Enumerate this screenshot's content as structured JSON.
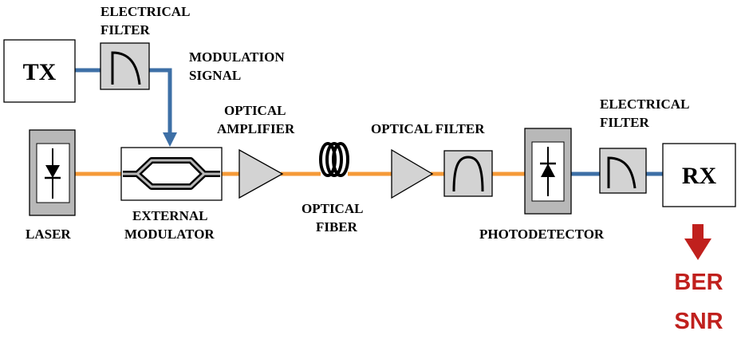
{
  "colors": {
    "optical_path": "#f59a38",
    "electrical_path": "#3d6fa6",
    "component_fill": "#d3d3d3",
    "frame_fill": "#b8b8b8",
    "output_arrow": "#c0201d",
    "metric_text": "#c0201d"
  },
  "blocks": {
    "tx": "TX",
    "rx": "RX"
  },
  "labels": {
    "electrical_filter_tx": [
      "ELECTRICAL",
      "FILTER"
    ],
    "modulation_signal": [
      "MODULATION",
      "SIGNAL"
    ],
    "optical_amplifier": [
      "OPTICAL",
      "AMPLIFIER"
    ],
    "optical_filter": "OPTICAL FILTER",
    "electrical_filter_rx": [
      "ELECTRICAL",
      "FILTER"
    ],
    "laser": "LASER",
    "external_modulator": [
      "EXTERNAL",
      "MODULATOR"
    ],
    "optical_fiber": [
      "OPTICAL",
      "FIBER"
    ],
    "photodetector": "PHOTODETECTOR"
  },
  "metrics": [
    "BER",
    "SNR"
  ]
}
